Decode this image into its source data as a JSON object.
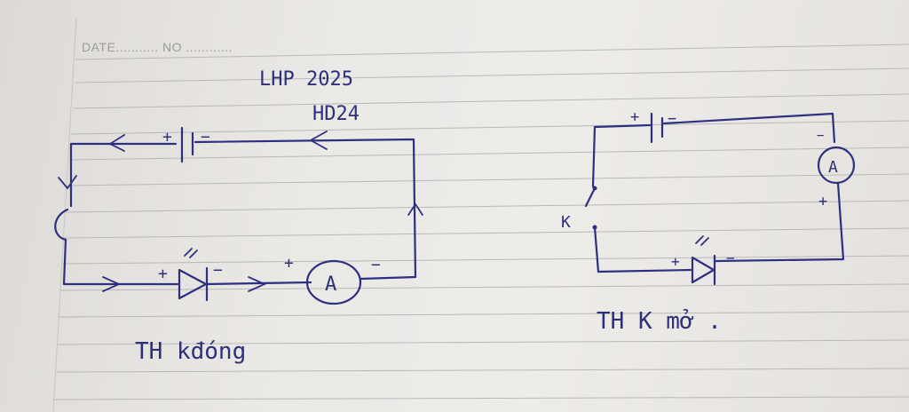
{
  "header": {
    "date": "DATE........... NO ............"
  },
  "notes": {
    "line1": "LHP 2025",
    "line2": "HD24"
  },
  "left_circuit": {
    "battery_plus": "+",
    "battery_minus": "−",
    "diode_plus": "+",
    "diode_minus": "−",
    "ammeter_plus": "+",
    "ammeter_minus": "−",
    "ammeter_label": "A",
    "caption": "TH kđóng"
  },
  "right_circuit": {
    "battery_plus": "+",
    "battery_minus": "−",
    "meter_label": "A",
    "meter_minus": "−",
    "meter_plus": "+",
    "switch_label": "K",
    "diode_plus": "+",
    "diode_minus": "−",
    "caption": "TH K mở ."
  },
  "colors": {
    "ink": "#2d3080",
    "paper": "#eae8e5",
    "rule": "#b9b8b8"
  }
}
